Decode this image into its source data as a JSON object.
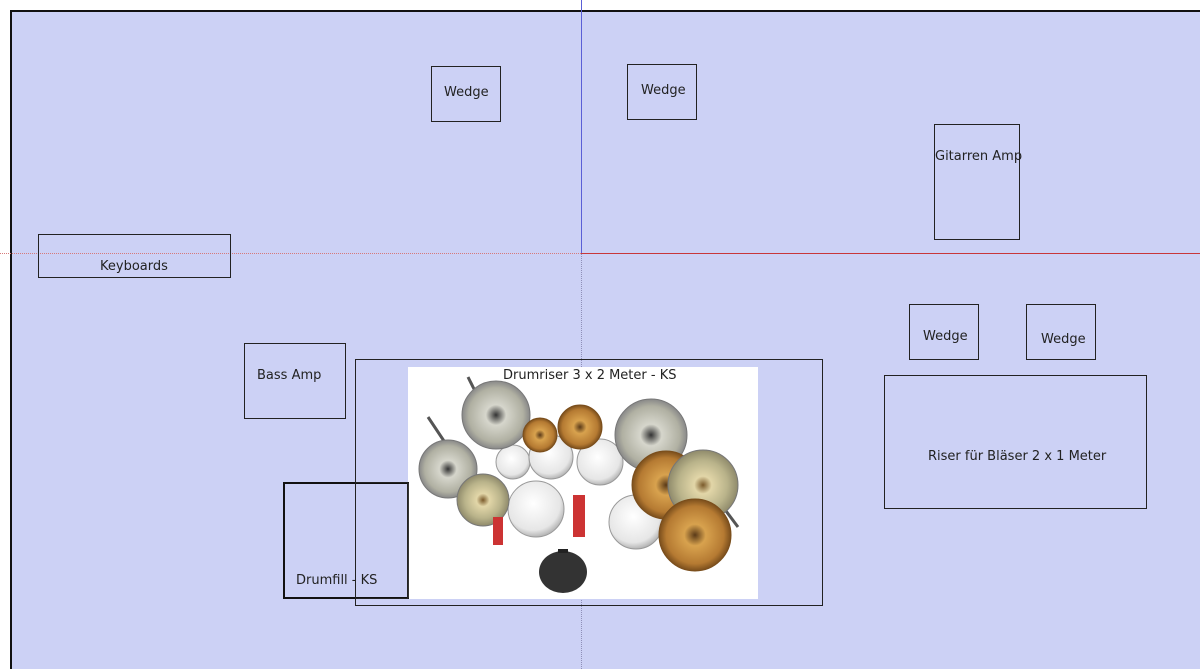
{
  "stage_plan": {
    "wedge_1": "Wedge",
    "wedge_2": "Wedge",
    "gitarren_amp": "Gitarren Amp",
    "keyboards": "Keyboards",
    "wedge_3": "Wedge",
    "wedge_4": "Wedge",
    "bass_amp": "Bass Amp",
    "drumriser": "Drumriser 3 x 2 Meter - KS",
    "riser_blaeser": "Riser für Bläser 2 x 1 Meter",
    "drumfill": "Drumfill - KS"
  },
  "colors": {
    "stage_fill": "#ccd1f5",
    "axis_blue": "#5a5fd6",
    "axis_red": "#c8373a",
    "outline": "#222222"
  },
  "icons": [
    "drum-kit-image"
  ]
}
